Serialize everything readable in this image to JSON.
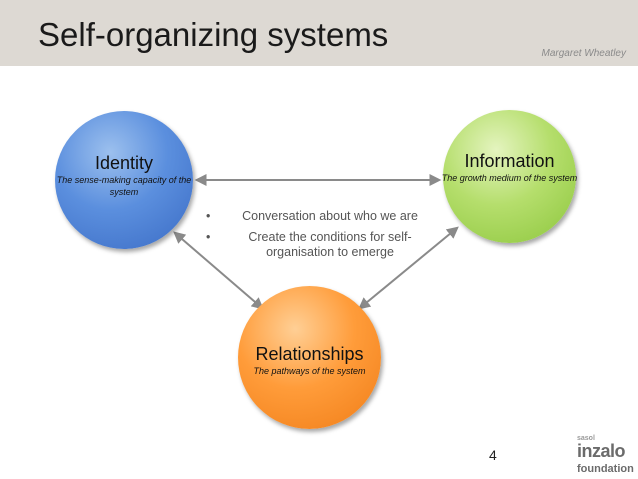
{
  "header": {
    "title": "Self-organizing systems",
    "author": "Margaret Wheatley"
  },
  "nodes": {
    "identity": {
      "title": "Identity",
      "subtitle": "The sense-making capacity of the system",
      "color": "#4f83d6"
    },
    "information": {
      "title": "Information",
      "subtitle": "The growth medium of the system",
      "color": "#a6d55a"
    },
    "relationships": {
      "title": "Relationships",
      "subtitle": "The pathways of the system",
      "color": "#f88f2a"
    }
  },
  "bullets": [
    "Conversation about who we are",
    "Create the conditions for self-organisation to emerge"
  ],
  "footer": {
    "page_number": "4",
    "logo": {
      "top": "sasol",
      "name": "inzalo",
      "sub": "foundation"
    }
  },
  "colors": {
    "header_band": "#ddd9d3",
    "arrow": "#8a8a8a",
    "logo_accent": "#e36c20"
  }
}
